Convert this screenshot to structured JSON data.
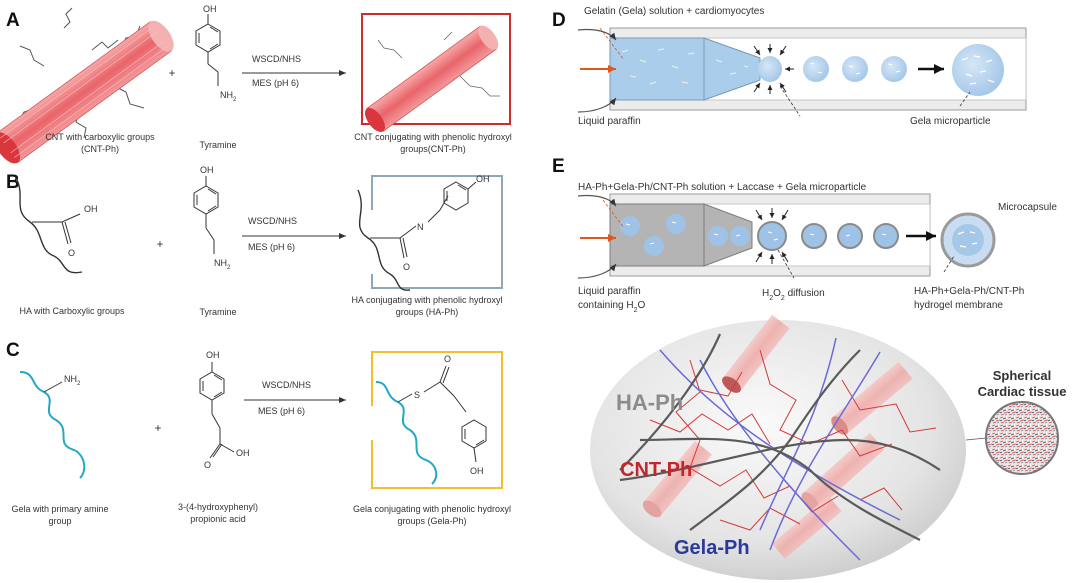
{
  "panels": {
    "a": {
      "label": "A",
      "reagent": "WSCD/NHS",
      "buffer": "MES (pH 6)",
      "start_caption": "CNT with carboxylic groups",
      "start_caption_2": "(CNT-Ph)",
      "amine_caption": "Tyramine",
      "product_caption": "CNT conjugating with phenolic hydroxyl",
      "product_caption_2": "groups(CNT-Ph)",
      "plus": "+",
      "oh": "OH",
      "nh2": "NH",
      "sub2": "2",
      "frame_color": "#d02a2a"
    },
    "b": {
      "label": "B",
      "reagent": "WSCD/NHS",
      "buffer": "MES (pH 6)",
      "start_caption": "HA with Carboxylic groups",
      "amine_caption": "Tyramine",
      "product_caption": "HA conjugating with phenolic hydroxyl",
      "product_caption_2": "groups (HA-Ph)",
      "plus": "+",
      "oh": "OH",
      "acid_oh": "OH",
      "acid_o": "O",
      "nh2": "NH",
      "sub2": "2",
      "n": "N",
      "o": "O",
      "frame_color": "#8fa8b8"
    },
    "c": {
      "label": "C",
      "reagent": "WSCD/NHS",
      "buffer": "MES (pH 6)",
      "start_caption": "Gela with primary amine",
      "start_caption_2": "group",
      "acid_caption": "3-(4-hydroxyphenyl)",
      "acid_caption_2": "propionic acid",
      "product_caption": "Gela conjugating with phenolic hydroxyl",
      "product_caption_2": "groups (Gela-Ph)",
      "plus": "+",
      "oh": "OH",
      "nh2": "NH",
      "sub2": "2",
      "acid_o": "O",
      "acid_oh": "OH",
      "s": "S",
      "frame_color": "#f0c02a"
    },
    "d": {
      "label": "D",
      "inlet_label": "Gelatin (Gela)  solution + cardiomyocytes",
      "oil_label": "Liquid paraffin",
      "particle_label": "Gela microparticle"
    },
    "e": {
      "label": "E",
      "inlet_label": "HA-Ph+Gela-Ph/CNT-Ph  solution + Laccase  + Gela microparticle",
      "oil_label": "Liquid paraffin",
      "oil_label_2": "containing H",
      "oil_sub": "2",
      "oil_end": "O",
      "diffusion_label": "H",
      "diffusion_sub": "2",
      "diffusion_mid": "O",
      "diffusion_end": " diffusion",
      "capsule_label": "Microcapsule",
      "membrane_label": "HA-Ph+Gela-Ph/CNT-Ph",
      "membrane_label_2": "hydrogel membrane",
      "ha_label": "HA-Ph",
      "cnt_label": "CNT-Ph",
      "gela_label": "Gela-Ph",
      "tissue_label": "Spherical",
      "tissue_label_2": "Cardiac tissue",
      "colors": {
        "ha": "#8c8c8c",
        "cnt": "#c0262b",
        "gela": "#2a3a9a",
        "fiber_blue": "#6a6ad8",
        "fiber_red": "#d23a3a"
      }
    }
  }
}
